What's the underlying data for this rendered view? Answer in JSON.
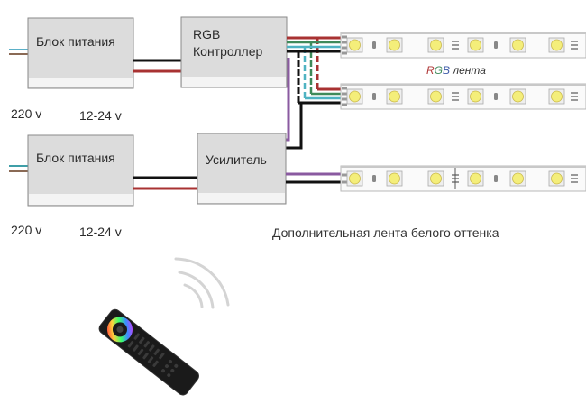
{
  "power_supply_1": {
    "label": "Блок питания",
    "input_voltage": "220 v",
    "output_voltage": "12-24 v"
  },
  "power_supply_2": {
    "label": "Блок питания",
    "input_voltage": "220 v",
    "output_voltage": "12-24 v"
  },
  "rgb_controller": {
    "line1": "RGB",
    "line2": "Контроллер"
  },
  "amplifier": {
    "label": "Усилитель"
  },
  "rgb_strip_caption": {
    "r": "R",
    "g": "G",
    "b": "B",
    "rest": " лента"
  },
  "white_strip_caption": "Дополнительная лента белого оттенка",
  "colors": {
    "box_fill": "#dcdcdc",
    "box_stripe": "#f4f4f4",
    "box_border": "#8a8a8a",
    "wire_red": "#a83232",
    "wire_black": "#111111",
    "wire_green": "#3f8a5a",
    "wire_cyan": "#4fb3c2",
    "wire_purple": "#8a5aa0",
    "wire_mains_blue": "#5bb0c8",
    "wire_mains_brown": "#8a6a55",
    "led_yellow": "#f4ee7a",
    "caption_r": "#b03a3a",
    "caption_g": "#3f8a5a",
    "caption_b": "#3c5aa8"
  },
  "icons": {
    "remote": "rgb-remote-control-icon",
    "wireless": "wireless-signal-icon"
  }
}
